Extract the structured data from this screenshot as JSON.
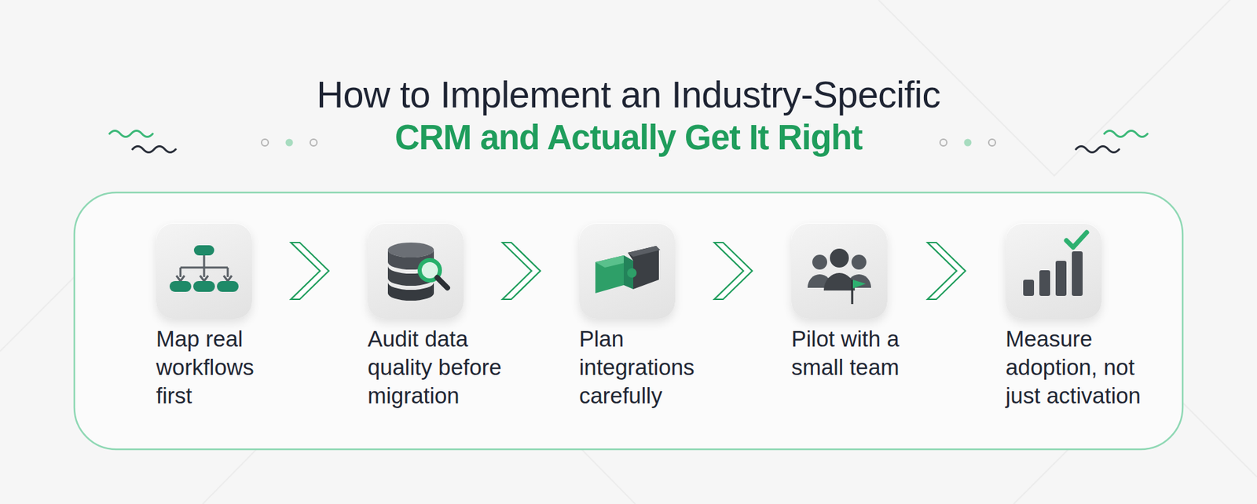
{
  "diagram": {
    "title": "How to Implement an Industry-Specific",
    "nodes": [
      {
        "text": [
          "Map real workflows first"
        ]
      },
      {
        "text": [
          "Audit data quality before migration"
        ]
      },
      {
        "text": [
          "Plan integrations carefully"
        ]
      },
      {
        "text": [
          "Pilot with a small team"
        ]
      },
      {
        "text": [
          "Measure adoption, not just activation"
        ]
      }
    ],
    "edges": [
      {
        "from": 0,
        "to": 1,
        "arrow": "to"
      },
      {
        "from": 1,
        "to": 2,
        "arrow": "to"
      },
      {
        "from": 2,
        "to": 3,
        "arrow": "to"
      },
      {
        "from": 3,
        "to": 4,
        "arrow": "to"
      }
    ],
    "labels": [
      "CRM and Actually Get It Right"
    ]
  }
}
